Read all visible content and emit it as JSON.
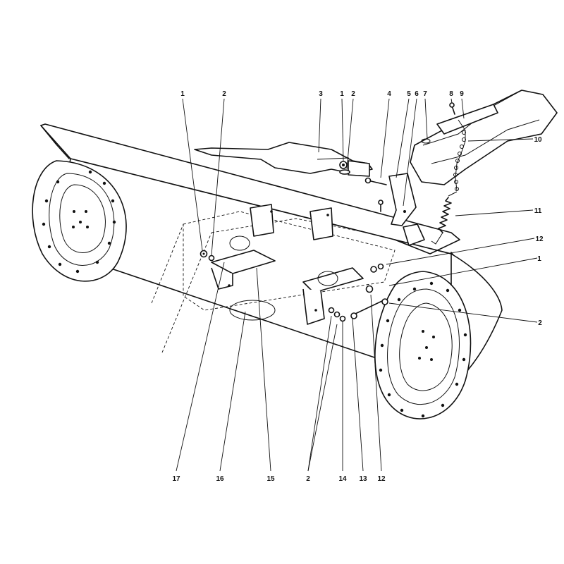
{
  "callouts": [
    {
      "id": "c1a",
      "text": "1"
    },
    {
      "id": "c2a",
      "text": "2"
    },
    {
      "id": "c3",
      "text": "3"
    },
    {
      "id": "c1b",
      "text": "1"
    },
    {
      "id": "c2b",
      "text": "2"
    },
    {
      "id": "c4",
      "text": "4"
    },
    {
      "id": "c5",
      "text": "5"
    },
    {
      "id": "c6",
      "text": "6"
    },
    {
      "id": "c7",
      "text": "7"
    },
    {
      "id": "c8",
      "text": "8"
    },
    {
      "id": "c9",
      "text": "9"
    },
    {
      "id": "c10",
      "text": "10"
    },
    {
      "id": "c11",
      "text": "11"
    },
    {
      "id": "c12a",
      "text": "12"
    },
    {
      "id": "c1c",
      "text": "1"
    },
    {
      "id": "c2c",
      "text": "2"
    },
    {
      "id": "c17",
      "text": "17"
    },
    {
      "id": "c16",
      "text": "16"
    },
    {
      "id": "c15",
      "text": "15"
    },
    {
      "id": "c2d",
      "text": "2"
    },
    {
      "id": "c14",
      "text": "14"
    },
    {
      "id": "c13",
      "text": "13"
    },
    {
      "id": "c12b",
      "text": "12"
    }
  ],
  "colors": {
    "ink": "#111111",
    "paper": "#ffffff"
  }
}
